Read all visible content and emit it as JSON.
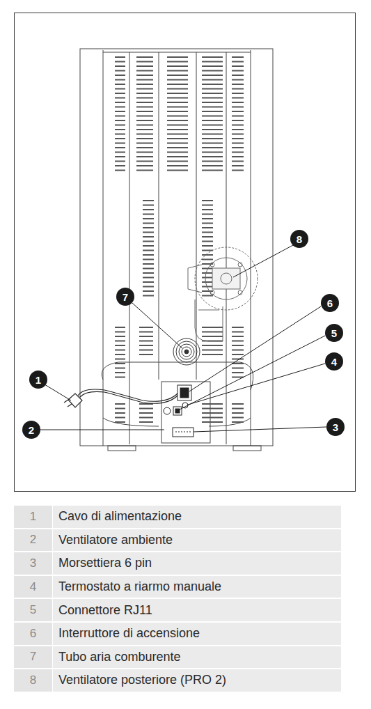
{
  "diagram": {
    "nodes": [
      {
        "text": [
          "8"
        ]
      },
      {
        "text": [
          "7"
        ]
      },
      {
        "text": [
          "6"
        ]
      },
      {
        "text": [
          "5"
        ]
      },
      {
        "text": [
          "4"
        ]
      },
      {
        "text": [
          "1"
        ]
      },
      {
        "text": [
          "2"
        ]
      },
      {
        "text": [
          "3"
        ]
      }
    ],
    "labels": [
      "1",
      "Cavo di alimentazione",
      "2",
      "Ventilatore ambiente",
      "3",
      "Morsettiera 6 pin",
      "4",
      "Termostato a riarmo manuale",
      "5",
      "Connettore RJ11",
      "6",
      "Interruttore di accensione",
      "7",
      "Tubo aria comburente",
      "8",
      "Ventilatore posteriore (PRO 2)"
    ]
  }
}
